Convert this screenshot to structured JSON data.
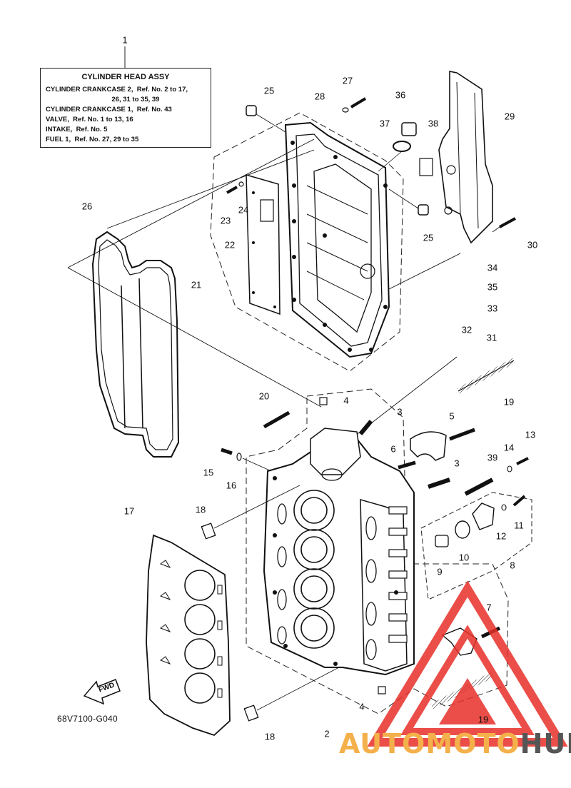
{
  "legend": {
    "title": "CYLINDER HEAD ASSY",
    "lines": [
      "CYLINDER CRANKCASE 2,  Ref. No. 2 to 17,",
      "                                   26, 31 to 35, 39",
      "CYLINDER CRANKCASE 1,  Ref. No. 43",
      "VALVE,  Ref. No. 1 to 13, 16",
      "INTAKE,  Ref. No. 5",
      "FUEL 1,  Ref. No. 27, 29 to 35"
    ]
  },
  "callouts": [
    "1",
    "25",
    "27",
    "28",
    "36",
    "37",
    "38",
    "29",
    "26",
    "23",
    "24",
    "25",
    "22",
    "30",
    "21",
    "34",
    "35",
    "33",
    "32",
    "31",
    "19",
    "20",
    "4",
    "3",
    "5",
    "6",
    "3",
    "14",
    "13",
    "39",
    "15",
    "16",
    "18",
    "17",
    "12",
    "11",
    "10",
    "9",
    "8",
    "7",
    "4",
    "19",
    "2",
    "18"
  ],
  "fwd_label": "FWD",
  "diagram_code": "68V7100-G040",
  "watermark": {
    "part1": "AUTOMOTO",
    "part2": "HUB",
    "color1": "#f4b04a",
    "color2": "#555555",
    "triangle_color": "#e8302a"
  }
}
